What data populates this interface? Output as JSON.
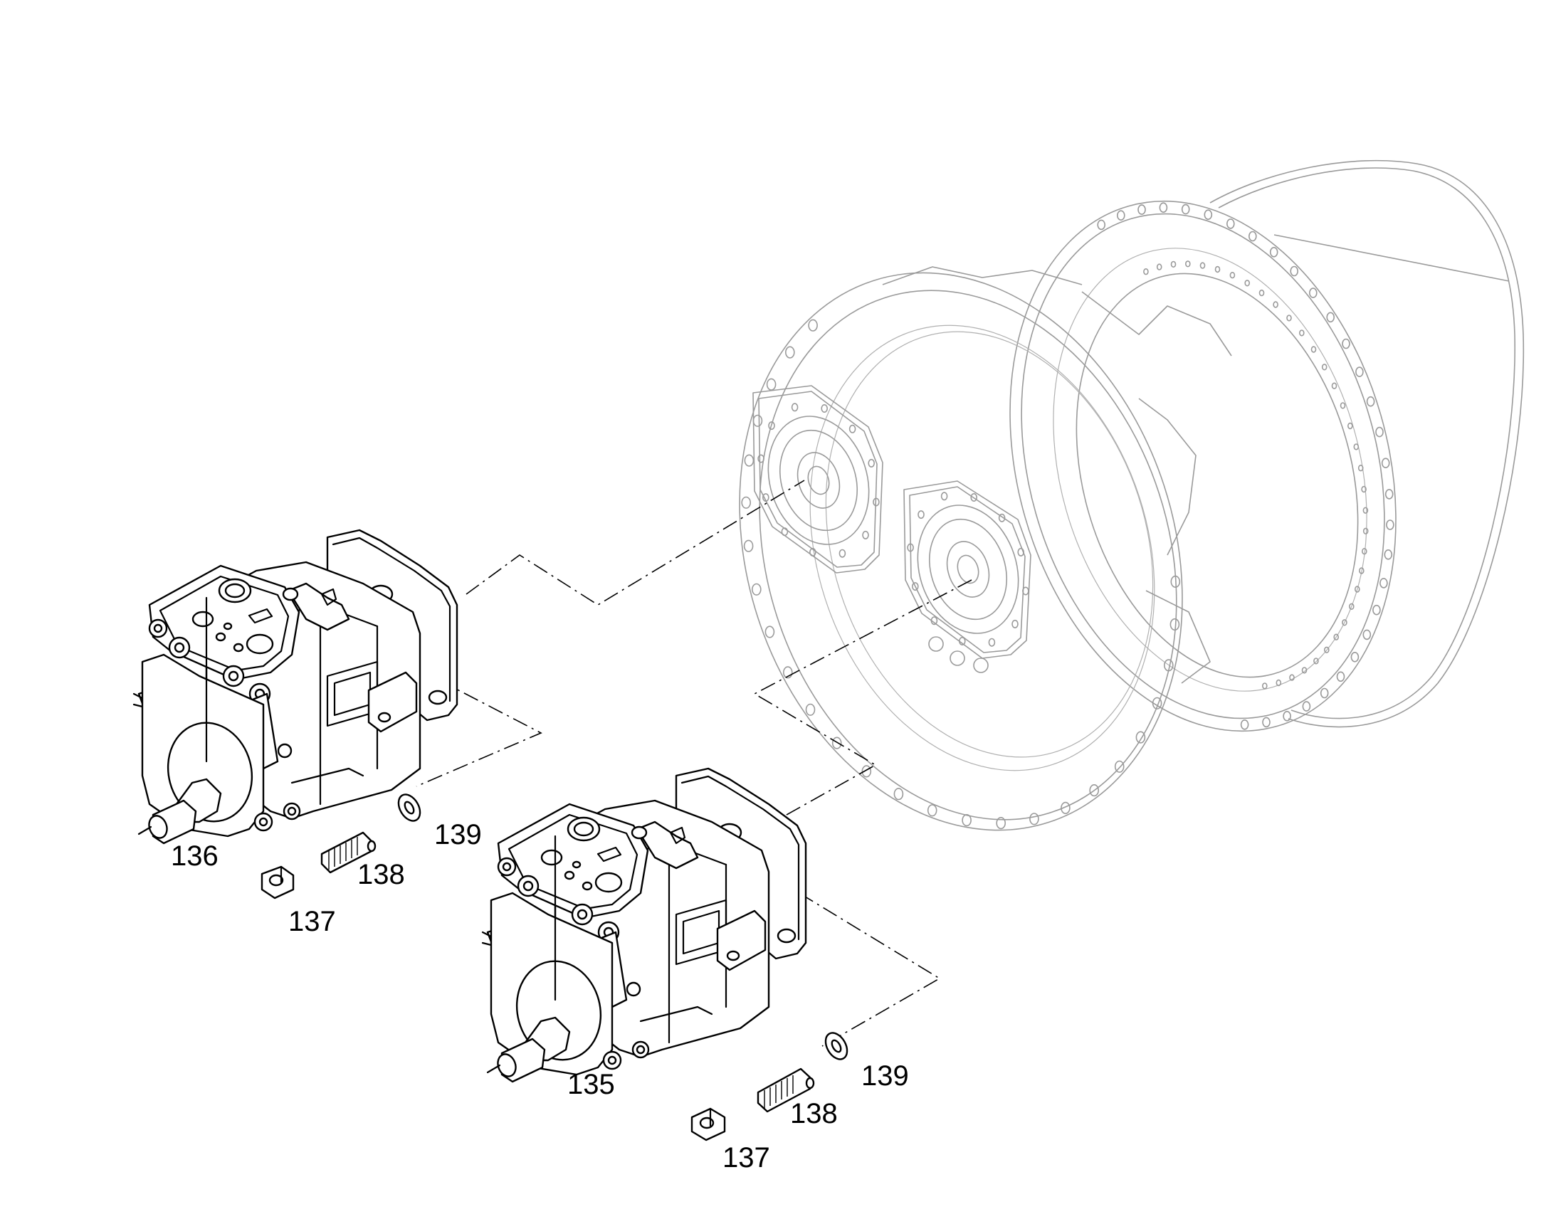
{
  "callouts": {
    "pump_upper": "136",
    "pump_lower": "135",
    "nut_upper": "137",
    "stud_upper": "138",
    "washer_upper": "139",
    "nut_lower": "137",
    "stud_lower": "138",
    "washer_lower": "139"
  },
  "colors": {
    "foreground": "#000000",
    "ghosted_assembly": "#9a9a9a",
    "background": "#ffffff"
  }
}
